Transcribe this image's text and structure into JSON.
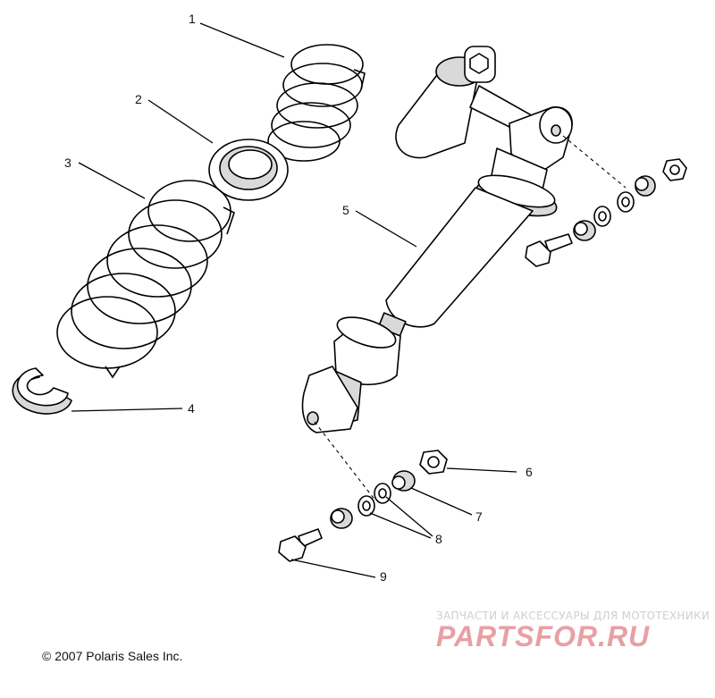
{
  "diagram": {
    "callouts": [
      {
        "id": "1",
        "label": "1"
      },
      {
        "id": "2",
        "label": "2"
      },
      {
        "id": "3",
        "label": "3"
      },
      {
        "id": "4",
        "label": "4"
      },
      {
        "id": "5",
        "label": "5"
      },
      {
        "id": "6",
        "label": "6"
      },
      {
        "id": "7",
        "label": "7"
      },
      {
        "id": "8",
        "label": "8"
      },
      {
        "id": "9",
        "label": "9"
      }
    ]
  },
  "footer": {
    "copyright": "© 2007 Polaris Sales Inc."
  },
  "watermark": {
    "tagline": "ЗАПЧАСТИ И АКСЕССУАРЫ ДЛЯ МОТОТЕХНИКИ",
    "brand": "PARTSFOR.RU",
    "color": "#e8a0a4"
  }
}
